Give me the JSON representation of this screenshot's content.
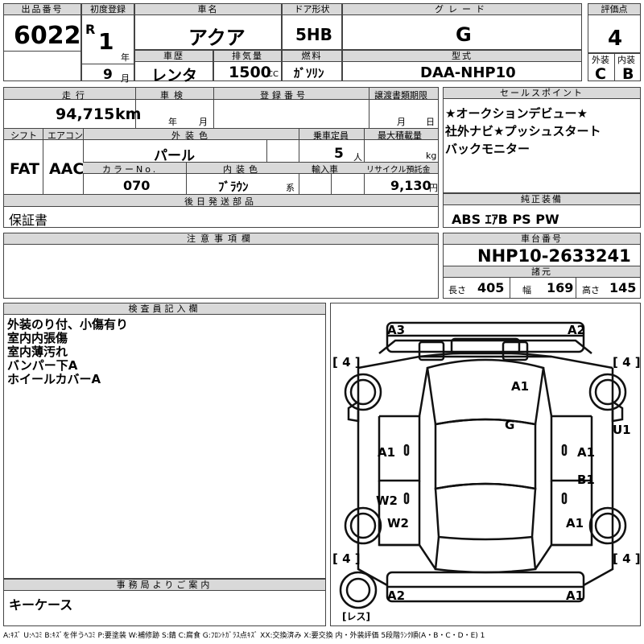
{
  "header": {
    "lot_no_label": "出品番号",
    "lot_no": "6022",
    "first_reg_label": "初度登録",
    "era": "R",
    "year": "1",
    "year_unit": "年",
    "month": "9",
    "month_unit": "月",
    "car_name_label": "車名",
    "car_name": "アクア",
    "history_label": "車歴",
    "history": "レンタ",
    "displacement_label": "排気量",
    "displacement": "1500",
    "displacement_unit": "CC",
    "door_label": "ドア形状",
    "door": "5HB",
    "fuel_label": "燃料",
    "fuel": "ｶﾞｿﾘﾝ",
    "grade_label": "グレード",
    "grade": "G",
    "model_label": "型式",
    "model": "DAA-NHP10",
    "score_label": "評価点",
    "score": "4",
    "ext_label": "外装",
    "ext": "C",
    "int_label": "内装",
    "int": "B"
  },
  "specs": {
    "mileage_label": "走行",
    "mileage": "94,715",
    "mileage_unit": "km",
    "inspection_label": "車検",
    "inspection_year_unit": "年",
    "inspection_month_unit": "月",
    "reg_no_label": "登録番号",
    "transfer_label": "譲渡書類期限",
    "transfer_month_unit": "月",
    "transfer_day_unit": "日",
    "shift_label": "シフト",
    "shift": "FAT",
    "ac_label": "エアコン",
    "ac": "AAC",
    "ext_color_label": "外装色",
    "ext_color": "パール",
    "capacity_label": "乗車定員",
    "capacity": "5",
    "capacity_unit": "人",
    "max_load_label": "最大積載量",
    "max_load_unit": "kg",
    "color_no_label": "カラーNo.",
    "color_no": "070",
    "int_color_label": "内装色",
    "int_color": "ﾌﾞﾗｳﾝ",
    "int_color_unit": "系",
    "import_label": "輸入車",
    "recycle_label": "リサイクル預託金",
    "recycle": "9,130",
    "recycle_unit": "円",
    "shipping_label": "後日発送部品",
    "shipping": "保証書"
  },
  "sales": {
    "label": "セールスポイント",
    "text": "★オークションデビュー★\n社外ナビ★プッシュスタート\nバックモニター"
  },
  "equipment": {
    "label": "純正装備",
    "text": "ABS ｴｱB PS PW"
  },
  "notes": {
    "label": "注意事項欄"
  },
  "chassis": {
    "label": "車台番号",
    "number": "NHP10-2633241",
    "dims_label": "諸元",
    "length_label": "長さ",
    "length": "405",
    "width_label": "幅",
    "width": "169",
    "height_label": "高さ",
    "height": "145"
  },
  "inspector": {
    "label": "検査員記入欄",
    "text": "外装のり付、小傷有り\n室内内張傷\n室内薄汚れ\nバンパー下A\nホイールカバーA"
  },
  "office": {
    "label": "事務局よりご案内",
    "text": "キーケース"
  },
  "diagram": {
    "codes": {
      "a3": "A3",
      "a2_top": "A2",
      "a1_roof": "A1",
      "g": "G",
      "u1": "U1",
      "a1_left": "A1",
      "a1_right": "A1",
      "b1": "B1",
      "w2_upper": "W2",
      "w2_lower": "W2",
      "a1_rear_right": "A1",
      "a2_bottom": "A2",
      "a1_bottom": "A1"
    },
    "tires": {
      "fl": "4",
      "fr": "4",
      "rl": "4",
      "rr": "4"
    },
    "spare": "レス"
  },
  "legend": "A:ｷｽﾞ U:ﾍｺﾐ B:ｷｽﾞを伴うﾍｺﾐ P:要塗装 W:補修跡 S:錆 C:腐食 G:ﾌﾛﾝﾄｶﾞﾗｽ点ｷｽﾞ XX:交換済み X:要交換 内・外装評価 5段階ﾗﾝｸ順(A・B・C・D・E) 1"
}
